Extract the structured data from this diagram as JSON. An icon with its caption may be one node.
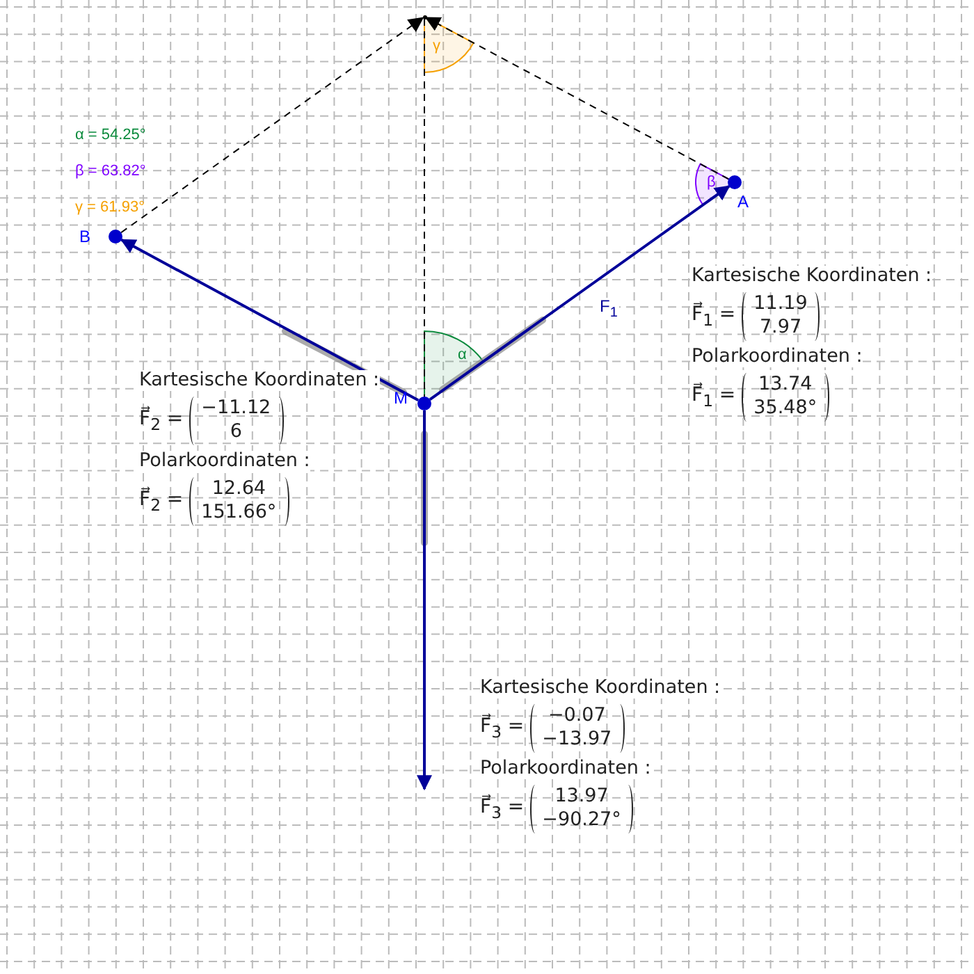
{
  "diagram": {
    "nodes": [
      {
        "text": [
          "M"
        ]
      },
      {
        "text": [
          "A"
        ]
      },
      {
        "text": [
          "B"
        ]
      },
      {
        "text": [],
        "shape": "point"
      }
    ],
    "edges": [
      {
        "from": 0,
        "to": 1,
        "arrow": "to",
        "label": "F$_{1}$",
        "color": "#000099"
      },
      {
        "from": 0,
        "to": 2,
        "arrow": "to",
        "color": "#000099"
      },
      {
        "from": 0,
        "to": null,
        "arrow": "to",
        "color": "#000099"
      },
      {
        "from": 2,
        "to": 3,
        "arrow": "to",
        "style": "dashed",
        "color": "#000000"
      },
      {
        "from": 1,
        "to": 3,
        "arrow": "to",
        "style": "dashed",
        "color": "#000000"
      },
      {
        "from": 3,
        "to": 0,
        "arrow": "none",
        "style": "dashed",
        "color": "#000000"
      }
    ],
    "labels": [
      "α = 54.25°",
      "β = 63.82°",
      "γ = 61.93°",
      "γ",
      "β",
      "α",
      "Kartesische Koordinaten :",
      "F⃗$_{1}$ =",
      "11.19",
      "7.97",
      "Polarkoordinaten :",
      "F⃗$_{1}$ =",
      "13.74",
      "35.48°",
      "Kartesische Koordinaten :",
      "F⃗$_{2}$ =",
      "−11.12",
      "6",
      "Polarkoordinaten :",
      "F⃗$_{2}$ =",
      "12.64",
      "151.66°",
      "Kartesische Koordinaten :",
      "F⃗$_{3}$ =",
      "−0.07",
      "−13.97",
      "Polarkoordinaten :",
      "F⃗$_{3}$ =",
      "13.97",
      "−90.27°"
    ]
  }
}
